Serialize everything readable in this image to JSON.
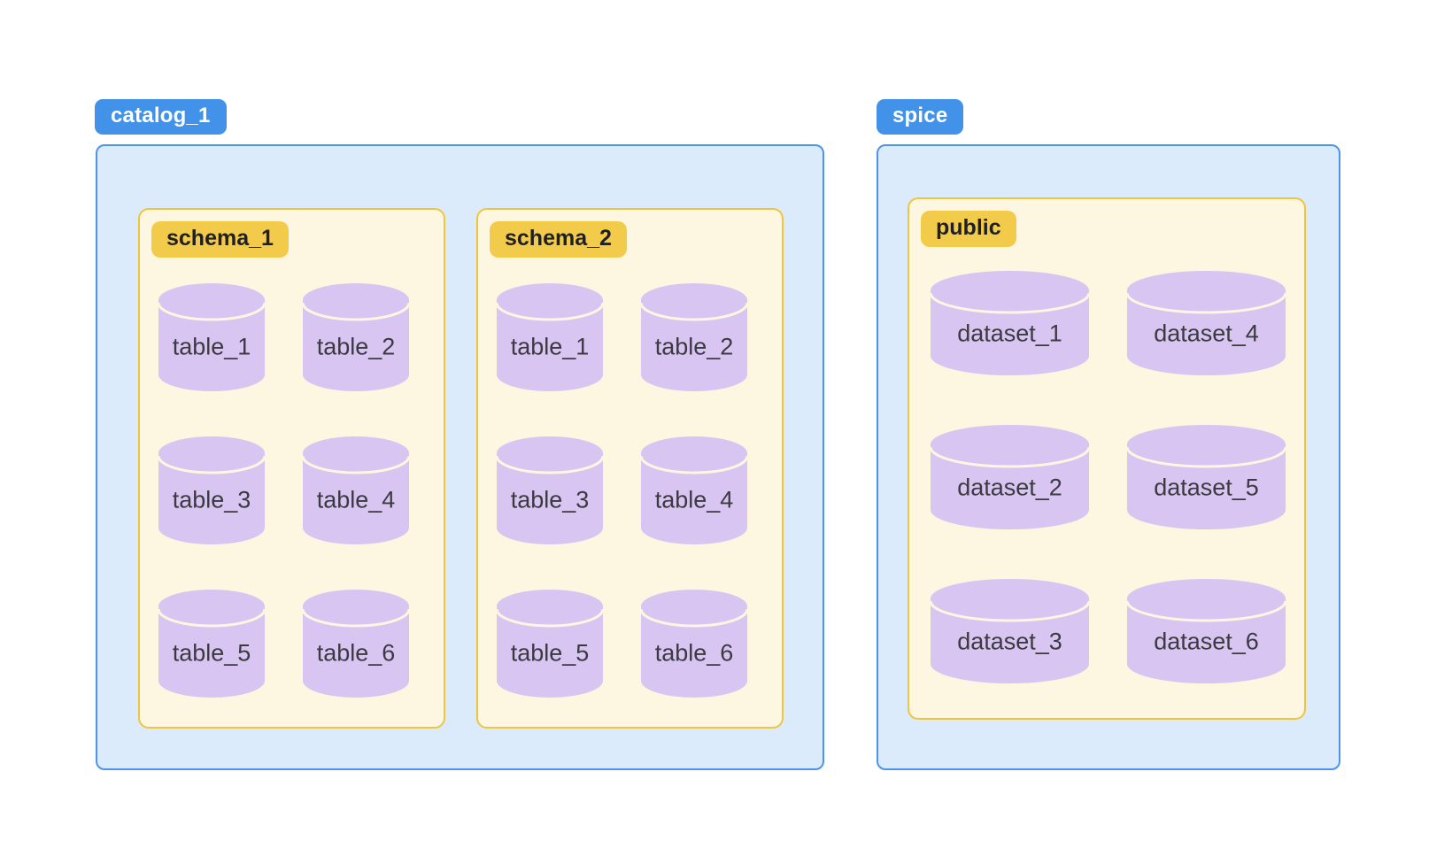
{
  "colors": {
    "page-bg": "#ffffff",
    "badge-blue": "#4292e9",
    "badge-blue-text": "#ffffff",
    "container-blue-bg": "#dcebfb",
    "container-blue-border": "#4c95e8",
    "box-cream-bg": "#fdf6e1",
    "box-cream-border": "#edc53f",
    "badge-yellow": "#f2cb4a",
    "badge-yellow-text": "#1f1f24",
    "cylinder-purple": "#d8c5f2",
    "cylinder-separator": "#fdf6e1",
    "cylinder-label-text": "#3b3a41"
  },
  "left_group": {
    "badge": "catalog_1",
    "schemas": [
      {
        "badge": "schema_1",
        "tables": [
          "table_1",
          "table_2",
          "table_3",
          "table_4",
          "table_5",
          "table_6"
        ]
      },
      {
        "badge": "schema_2",
        "tables": [
          "table_1",
          "table_2",
          "table_3",
          "table_4",
          "table_5",
          "table_6"
        ]
      }
    ]
  },
  "right_group": {
    "badge": "spice",
    "schemas": [
      {
        "badge": "public",
        "tables": [
          "dataset_1",
          "dataset_4",
          "dataset_2",
          "dataset_5",
          "dataset_3",
          "dataset_6"
        ]
      }
    ]
  }
}
